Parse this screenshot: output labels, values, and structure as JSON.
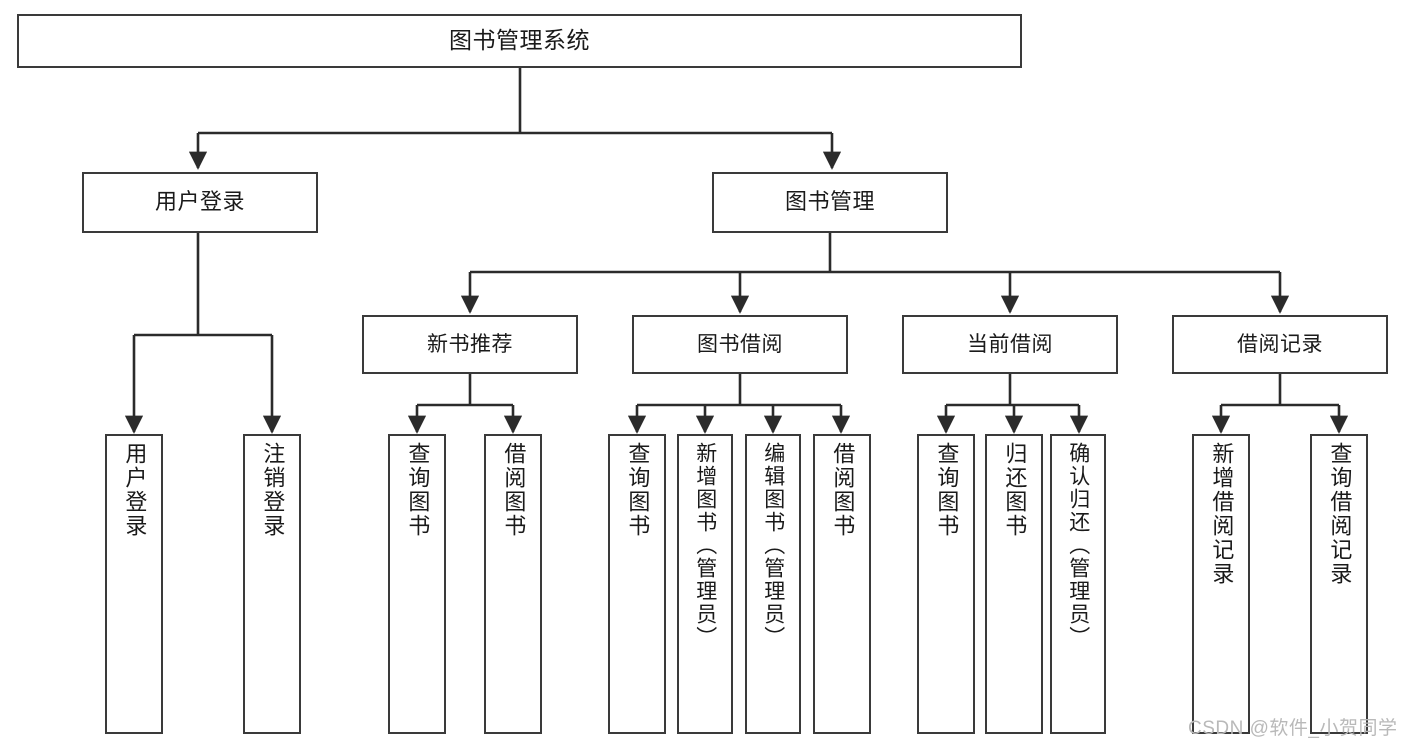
{
  "diagram": {
    "title": "图书管理系统",
    "root": {
      "label": "图书管理系统"
    },
    "level2": [
      {
        "label": "用户登录"
      },
      {
        "label": "图书管理"
      }
    ],
    "level3": [
      {
        "label": "新书推荐"
      },
      {
        "label": "图书借阅"
      },
      {
        "label": "当前借阅"
      },
      {
        "label": "借阅记录"
      }
    ],
    "leaves": {
      "user_login": [
        {
          "label": "用户登录"
        },
        {
          "label": "注销登录"
        }
      ],
      "new_book_recommend": [
        {
          "label": "查询图书"
        },
        {
          "label": "借阅图书"
        }
      ],
      "book_borrow": [
        {
          "label": "查询图书"
        },
        {
          "label": "新增图书（管理员）"
        },
        {
          "label": "编辑图书（管理员）"
        },
        {
          "label": "借阅图书"
        }
      ],
      "current_borrow": [
        {
          "label": "查询图书"
        },
        {
          "label": "归还图书"
        },
        {
          "label": "确认归还（管理员）"
        }
      ],
      "borrow_record": [
        {
          "label": "新增借阅记录"
        },
        {
          "label": "查询借阅记录"
        }
      ]
    }
  },
  "watermark": {
    "text": "CSDN @软件_小贺同学"
  },
  "colors": {
    "box_border": "#3a3a3a",
    "box_fill": "#ffffff",
    "edge": "#2b2b2b",
    "text": "#1a1a1a",
    "watermark": "#b9b9b9"
  }
}
